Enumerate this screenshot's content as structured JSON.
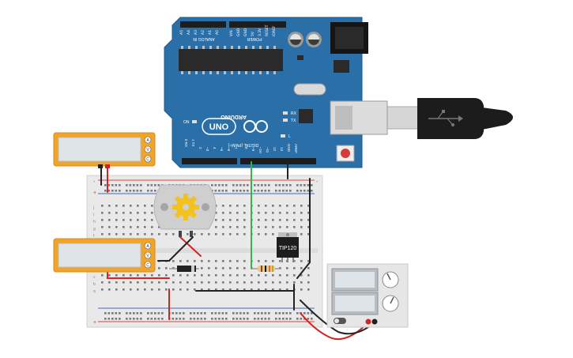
{
  "arduino": {
    "brand": "ARDUINO",
    "model": "UNO",
    "analog_in_label": "ANALOG IN",
    "power_label": "POWER",
    "digital_label": "DIGITAL (PWM~)",
    "analog_pins": [
      "A5",
      "A4",
      "A3",
      "A2",
      "A1",
      "A0"
    ],
    "power_pins": [
      "VIN",
      "GND",
      "GND",
      "5V",
      "3.3V",
      "RESET",
      "IOREF"
    ],
    "digital_pins": [
      "0 RX",
      "1 TX",
      "2",
      "~3",
      "4",
      "~5",
      "~6",
      "7",
      "8",
      "~9",
      "~10",
      "~11",
      "12",
      "13",
      "GND",
      "AREF"
    ],
    "led_labels": [
      "RX",
      "TX",
      "L"
    ],
    "on_label": "ON",
    "colors": {
      "board": "#2b6fa8",
      "chip": "#2a2a2a",
      "header": "#1d1d1d"
    }
  },
  "transistor": {
    "label": "TIP120"
  },
  "multimeters": [
    {
      "name": "multimeter-top",
      "reading": "",
      "ports": [
        "A",
        "V",
        "C"
      ]
    },
    {
      "name": "multimeter-bottom",
      "reading": "",
      "ports": [
        "A",
        "V",
        "C"
      ]
    }
  ],
  "breadboard": {
    "rail_plus": "+",
    "rail_minus": "-",
    "row_letters": [
      "a",
      "b",
      "c",
      "d",
      "e",
      "f",
      "g",
      "h",
      "i",
      "j"
    ],
    "colors": {
      "board": "#e9e9e9",
      "rail_red": "#d9453b",
      "rail_blue": "#3d6cc0"
    }
  },
  "power_supply": {
    "display_top": "",
    "display_bottom": ""
  },
  "wires": {
    "colors": {
      "red": "#d42323",
      "black": "#222222",
      "green": "#2fb54a"
    }
  },
  "colors": {
    "multimeter_body": "#f0a52a",
    "multimeter_screen": "#dfe4e8",
    "usb_cable": "#1c1c1c",
    "usb_plug": "#cfcfcf",
    "motor_body": "#cfcfcf",
    "gear": "#f4c21f"
  }
}
